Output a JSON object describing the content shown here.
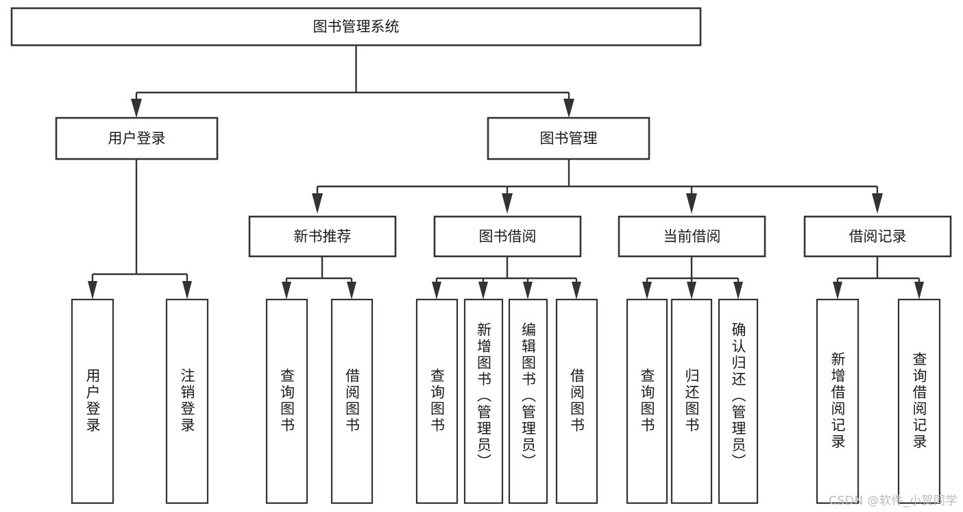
{
  "diagram": {
    "title": "图书管理系统",
    "type": "tree-hierarchy-diagram",
    "colors": {
      "stroke": "#333333",
      "fill": "#ffffff",
      "text": "#1a1a1a",
      "watermark": "#b9b9b9"
    },
    "root": {
      "label": "图书管理系统"
    },
    "level1": [
      {
        "label": "用户登录"
      },
      {
        "label": "图书管理"
      }
    ],
    "level2": [
      {
        "label": "新书推荐"
      },
      {
        "label": "图书借阅"
      },
      {
        "label": "当前借阅"
      },
      {
        "label": "借阅记录"
      }
    ],
    "leaves": {
      "user_login": [
        {
          "label": "用户登录"
        },
        {
          "label": "注销登录"
        }
      ],
      "new_book_recommend": [
        {
          "label": "查询图书"
        },
        {
          "label": "借阅图书"
        }
      ],
      "book_borrow": [
        {
          "label": "查询图书"
        },
        {
          "label": "新增图书（管理员）"
        },
        {
          "label": "编辑图书（管理员）"
        },
        {
          "label": "借阅图书"
        }
      ],
      "current_borrow": [
        {
          "label": "查询图书"
        },
        {
          "label": "归还图书"
        },
        {
          "label": "确认归还（管理员）"
        }
      ],
      "borrow_record": [
        {
          "label": "新增借阅记录"
        },
        {
          "label": "查询借阅记录"
        }
      ]
    },
    "watermark": "CSDN @软件_小贺同学"
  }
}
